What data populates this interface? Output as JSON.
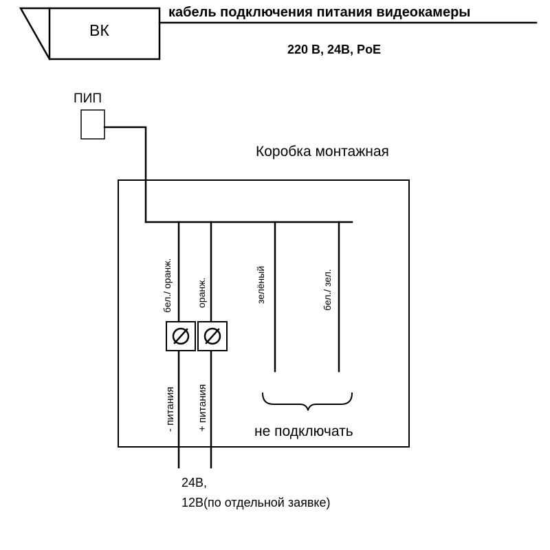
{
  "legend": {
    "symbol_label": "ВК",
    "cable_title": "кабель подключения питания видеокамеры",
    "voltage_options": "220 В, 24В, PoE"
  },
  "pip_label": "ПИП",
  "box_title": "Коробка монтажная",
  "wires": {
    "white_orange": "бел./ оранж.",
    "orange": "оранж.",
    "green": "зелёный",
    "white_green": "бел./ зел."
  },
  "terminals": {
    "minus": "- питания",
    "plus": "+ питания"
  },
  "do_not_connect": "не подключать",
  "power_note": {
    "line1": "24В,",
    "line2": "12В(по отдельной заявке)"
  }
}
